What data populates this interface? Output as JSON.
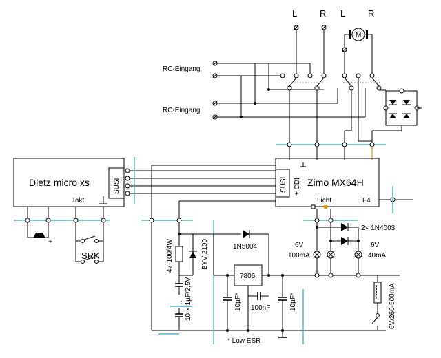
{
  "labels": {
    "L1": "L",
    "R1": "R",
    "L2": "L",
    "R2": "R",
    "motor": "M",
    "rc_input_1": "RC-Eingang",
    "rc_input_2": "RC-Eingang",
    "dietz": "Dietz micro xs",
    "susi_left": "SUSI",
    "takt": "Takt",
    "zimo": "Zimo MX64H",
    "susi_right": "SUSI",
    "cdi": "+ CDI",
    "licht": "Licht",
    "f4": "F4",
    "diode_pair": "2× 1N4003",
    "diode_1n5004": "1N5004",
    "lamp_left_v": "6V",
    "lamp_left_a": "100mA",
    "lamp_right_v": "6V",
    "lamp_right_a": "40mA",
    "regulator": "7806",
    "resistor": "47-100/4W",
    "zener": "BYV 2100",
    "caps": "10 × 1µF/2,5V",
    "cap1": "10µF*",
    "cap_100n": "100nF",
    "cap2": "10µF*",
    "bulb": "6V/260-500mA",
    "srk": "SRK",
    "low_esr": "* Low ESR",
    "plus": "+"
  },
  "colors": {
    "rail": "#2fa8b8",
    "accent": "#e0a000"
  }
}
